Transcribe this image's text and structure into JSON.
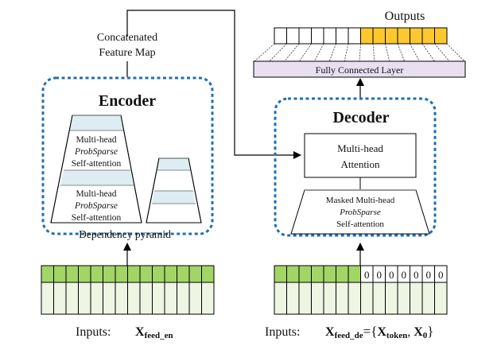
{
  "encoder": {
    "title": "Encoder",
    "pyramid_main": {
      "blocks": [
        {
          "line1": "Multi-head",
          "line2": "ProbSparse",
          "line3": "Self-attention"
        },
        {
          "line1": "Multi-head",
          "line2": "ProbSparse",
          "line3": "Self-attention"
        }
      ]
    },
    "pyramid_label": "Dependency pyramid",
    "concat_label_1": "Concatenated",
    "concat_label_2": "Feature Map"
  },
  "decoder": {
    "title": "Decoder",
    "attention_line1": "Multi-head",
    "attention_line2": "Attention",
    "masked_line1": "Masked Multi-head",
    "masked_line2": "ProbSparse",
    "masked_line3": "Self-attention"
  },
  "outputs": {
    "title": "Outputs",
    "cells": 14,
    "highlighted_from": 7,
    "fc_label": "Fully Connected Layer"
  },
  "encoder_input": {
    "cells": 14,
    "label_prefix": "Inputs:",
    "symbol": "X",
    "subscript": "feed_en"
  },
  "decoder_input": {
    "cells": 14,
    "token_cells": 7,
    "zero_value": "0",
    "label_prefix": "Inputs:",
    "symbol": "X",
    "subscript": "feed_de",
    "eq": "={",
    "token_symbol": "X",
    "token_sub": "token",
    "comma": ",",
    "zero_symbol": "X",
    "zero_sub": "0",
    "close": "}"
  },
  "colors": {
    "dashed_border": "#1f6fb5",
    "green_dark": "#a2d566",
    "green_light": "#eef5e3",
    "output_gold": "#fdc82f",
    "pyramid_band": "#ddedf2",
    "fc_fill": "#e8e0ef"
  }
}
